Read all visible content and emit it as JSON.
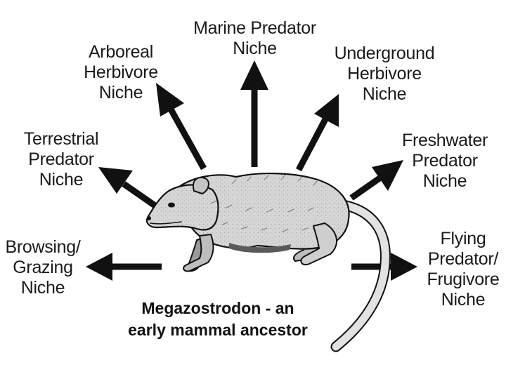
{
  "niches": {
    "marine": [
      "Marine Predator",
      "Niche"
    ],
    "arboreal": [
      "Arboreal",
      "Herbivore",
      "Niche"
    ],
    "underground": [
      "Underground",
      "Herbivore",
      "Niche"
    ],
    "terrestrial": [
      "Terrestrial",
      "Predator",
      "Niche"
    ],
    "freshwater": [
      "Freshwater",
      "Predator",
      "Niche"
    ],
    "browsing": [
      "Browsing/",
      "Grazing",
      "Niche"
    ],
    "flying": [
      "Flying",
      "Predator/",
      "Frugivore",
      "Niche"
    ]
  },
  "caption": [
    "Megazostrodon - an",
    "early mammal ancestor"
  ],
  "colors": {
    "ink": "#111111",
    "animal_fill": "#d4d4d4",
    "background": "#ffffff"
  }
}
